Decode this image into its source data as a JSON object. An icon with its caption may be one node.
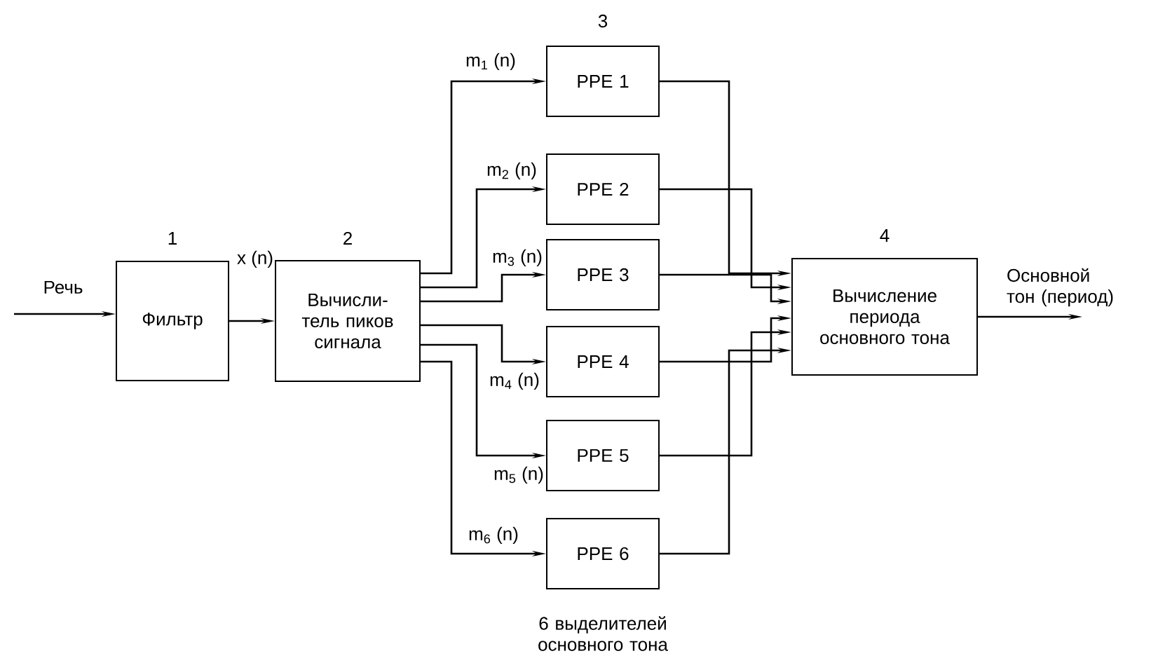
{
  "diagram": {
    "nodes": [
      {
        "text": [
          "Фильтр"
        ],
        "beside": [
          "1"
        ]
      },
      {
        "text": [
          "Вычисли- тель пиков сигнала"
        ],
        "beside": [
          "2"
        ]
      },
      {
        "text": [
          "PPE 1"
        ],
        "beside": [
          "3"
        ]
      },
      {
        "text": [
          "PPE 2"
        ]
      },
      {
        "text": [
          "PPE 3"
        ]
      },
      {
        "text": [
          "PPE 4"
        ]
      },
      {
        "text": [
          "PPE 5"
        ]
      },
      {
        "text": [
          "PPE 6"
        ]
      },
      {
        "text": [
          "Вычисление периода основного тона"
        ],
        "beside": [
          "4"
        ]
      }
    ],
    "edges": [
      {
        "from": null,
        "to": 0,
        "arrow": "to",
        "label": "Речь"
      },
      {
        "from": 0,
        "to": 1,
        "arrow": "to",
        "label": "x (n)"
      },
      {
        "from": 1,
        "to": 2,
        "arrow": "to",
        "label": "m$_{1}$ (n)"
      },
      {
        "from": 1,
        "to": 3,
        "arrow": "to",
        "label": "m$_{2}$ (n)"
      },
      {
        "from": 1,
        "to": 4,
        "arrow": "to",
        "label": "m$_{3}$ (n)"
      },
      {
        "from": 1,
        "to": 5,
        "arrow": "to",
        "label": "m$_{4}$ (n)"
      },
      {
        "from": 1,
        "to": 6,
        "arrow": "to",
        "label": "m$_{5}$ (n)"
      },
      {
        "from": 1,
        "to": 7,
        "arrow": "to",
        "label": "m$_{6}$ (n)"
      },
      {
        "from": 2,
        "to": 8,
        "arrow": "to"
      },
      {
        "from": 3,
        "to": 8,
        "arrow": "to"
      },
      {
        "from": 4,
        "to": 8,
        "arrow": "to"
      },
      {
        "from": 5,
        "to": 8,
        "arrow": "to"
      },
      {
        "from": 6,
        "to": 8,
        "arrow": "to"
      },
      {
        "from": 7,
        "to": 8,
        "arrow": "to"
      },
      {
        "from": 8,
        "to": null,
        "arrow": "to",
        "label": "Основной тон (период)"
      }
    ],
    "labels": [
      "6 выделителей основного тона"
    ]
  }
}
